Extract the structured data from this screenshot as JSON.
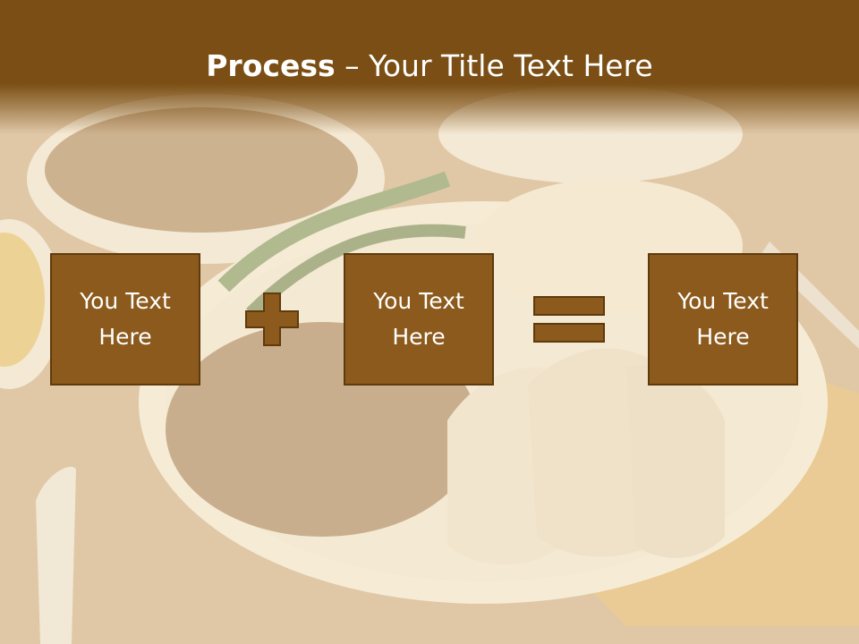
{
  "title": {
    "bold": "Process",
    "rest": " – Your Title Text Here"
  },
  "process": {
    "step1": "You Text\nHere",
    "step2": "You Text\nHere",
    "result": "You Text\nHere",
    "operator1_icon": "plus-icon",
    "operator2_icon": "equals-icon"
  },
  "colors": {
    "title_band": "#7a4e14",
    "box_fill": "#8b5a1c",
    "box_border": "#5e3a0c",
    "text": "#ffffff"
  }
}
